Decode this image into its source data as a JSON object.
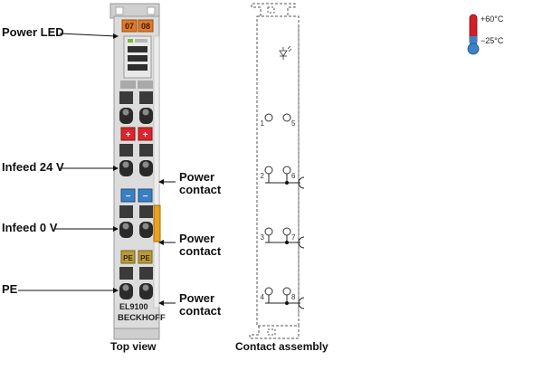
{
  "labels": {
    "power_led": "Power LED",
    "infeed_24v": "Infeed 24 V",
    "infeed_0v": "Infeed 0 V",
    "pe": "PE",
    "power_contact": "Power contact",
    "power_contact_word1": "Power",
    "power_contact_word2": "contact"
  },
  "terminal": {
    "channel_left": "07",
    "channel_right": "08",
    "plus_symbol": "+",
    "minus_symbol": "−",
    "pe_label": "PE",
    "model": "EL9100",
    "brand": "BECKHOFF",
    "contact_numbers": [
      "1",
      "5",
      "2",
      "6",
      "3",
      "7",
      "4",
      "8"
    ]
  },
  "captions": {
    "top_view": "Top view",
    "contact_assembly": "Contact assembly"
  },
  "temperature": {
    "max": "+60°C",
    "min": "−25°C"
  },
  "colors": {
    "orange_led": "#e07a2a",
    "red_block": "#d8262c",
    "blue_block": "#3a7fc4",
    "pe_block": "#b79a3a",
    "housing": "#d9d9d9",
    "thermo_red": "#d0202a",
    "thermo_blue": "#3b83c8"
  }
}
